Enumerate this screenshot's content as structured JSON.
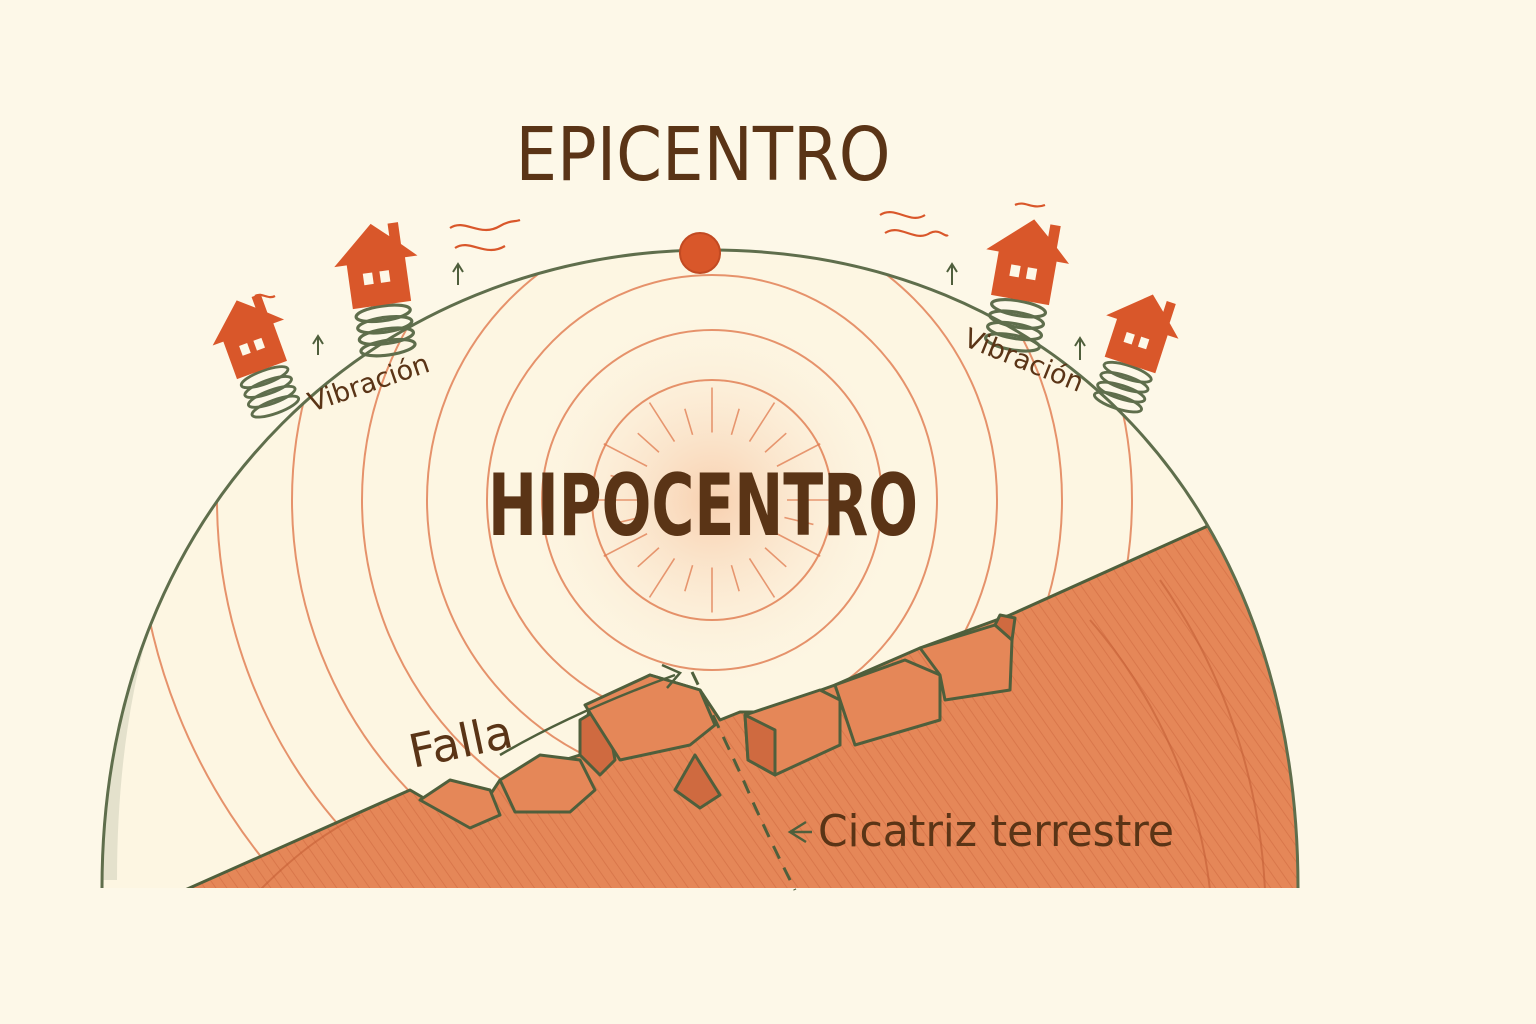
{
  "labels": {
    "epicenter": "EPICENTRO",
    "hypocenter": "HIPOCENTRO",
    "vibration_left": "Vibración",
    "vibration_right": "Vibración",
    "fault": "Falla",
    "earth_scar": "Cicatriz terrestre"
  },
  "colors": {
    "background": "#fdf8e8",
    "rock": "#e07a4e",
    "rock_dark": "#cf6a40",
    "wave": "#e07a4e",
    "outline": "#5f6e4c",
    "house": "#d9572a",
    "text": "#5a3416"
  },
  "icons": {
    "house": "house-icon",
    "spring": "spring-icon",
    "arrow": "arrow-up-icon",
    "motion": "shake-lines-icon",
    "epicenter_dot": "dot-icon"
  }
}
